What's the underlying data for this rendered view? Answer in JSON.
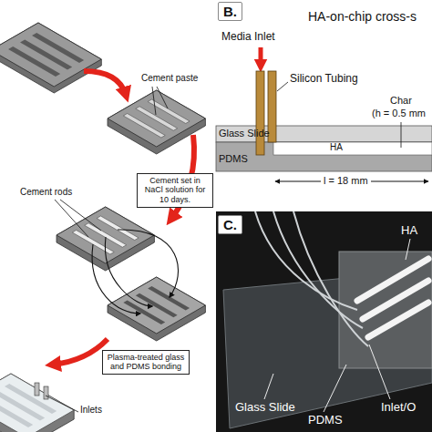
{
  "diagram": {
    "nodes": [
      {
        "text": [
          "Cement set in NaCl solution for 10 days."
        ]
      },
      {
        "text": [
          "Plasma-treated glass and PDMS bonding"
        ]
      }
    ],
    "labels": [
      "Cement paste",
      "Cement rods",
      "Inlets",
      "B.",
      "HA-on-chip cross-s",
      "Media Inlet",
      "Silicon Tubing",
      "HA",
      "Char",
      "(h = 0.5 mm",
      "Glass Slide",
      "PDMS",
      "l = 18 mm",
      "C.",
      "HA",
      "Glass Slide",
      "PDMS",
      "Inlet/O"
    ]
  }
}
